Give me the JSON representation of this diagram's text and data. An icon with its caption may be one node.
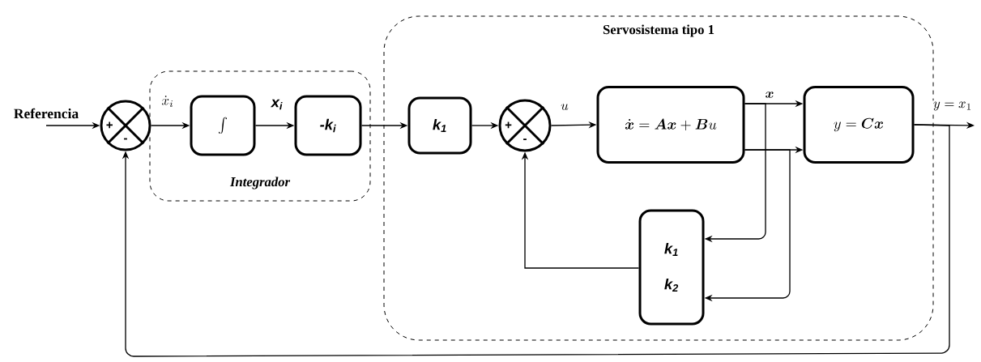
{
  "diagram": {
    "nodes": [
      {
        "text": [
          "Integrador"
        ]
      },
      {
        "text": [
          "Servosistema tipo 1"
        ]
      },
      {
        "text": [
          "Referencia"
        ]
      },
      {
        "text": [
          "+",
          "-"
        ]
      },
      {
        "text": [
          "\\int"
        ],
        "in": 0
      },
      {
        "text": [
          "-k$_{i}$"
        ],
        "in": 0
      },
      {
        "text": [
          "k$_{1}$"
        ],
        "in": 1
      },
      {
        "text": [
          "+",
          "-"
        ],
        "in": 1
      },
      {
        "text": [
          "\\dot{\\boldsymbol{x}} = \\boldsymbol{A}\\boldsymbol{x} + \\boldsymbol{B}u"
        ],
        "in": 1
      },
      {
        "text": [
          "y = \\boldsymbol{C}\\boldsymbol{x}"
        ],
        "in": 1
      },
      {
        "text": [
          "k$_{1}$",
          "k$_{2}$"
        ],
        "in": 1
      }
    ],
    "edges": [
      {
        "from": 2,
        "to": 3,
        "arrow": "to"
      },
      {
        "from": 3,
        "to": 4,
        "arrow": "to",
        "label": "\\dot{x}_{i}"
      },
      {
        "from": 4,
        "to": 5,
        "arrow": "to",
        "label": "x$_{i}$"
      },
      {
        "from": 5,
        "to": 6,
        "arrow": "to"
      },
      {
        "from": 6,
        "to": 7,
        "arrow": "to"
      },
      {
        "from": 7,
        "to": 8,
        "arrow": "to",
        "label": "u"
      },
      {
        "from": 8,
        "to": 9,
        "arrow": "to",
        "label": "\\boldsymbol{x}"
      },
      {
        "from": 8,
        "to": 9,
        "arrow": "to"
      },
      {
        "from": 8,
        "to": 10,
        "arrow": "to"
      },
      {
        "from": 8,
        "to": 10,
        "arrow": "to"
      },
      {
        "from": 10,
        "to": 7,
        "arrow": "to"
      },
      {
        "from": 9,
        "to": null,
        "arrow": "to",
        "label": "y=x_{1}"
      },
      {
        "from": 9,
        "to": 3,
        "arrow": "to"
      }
    ]
  }
}
